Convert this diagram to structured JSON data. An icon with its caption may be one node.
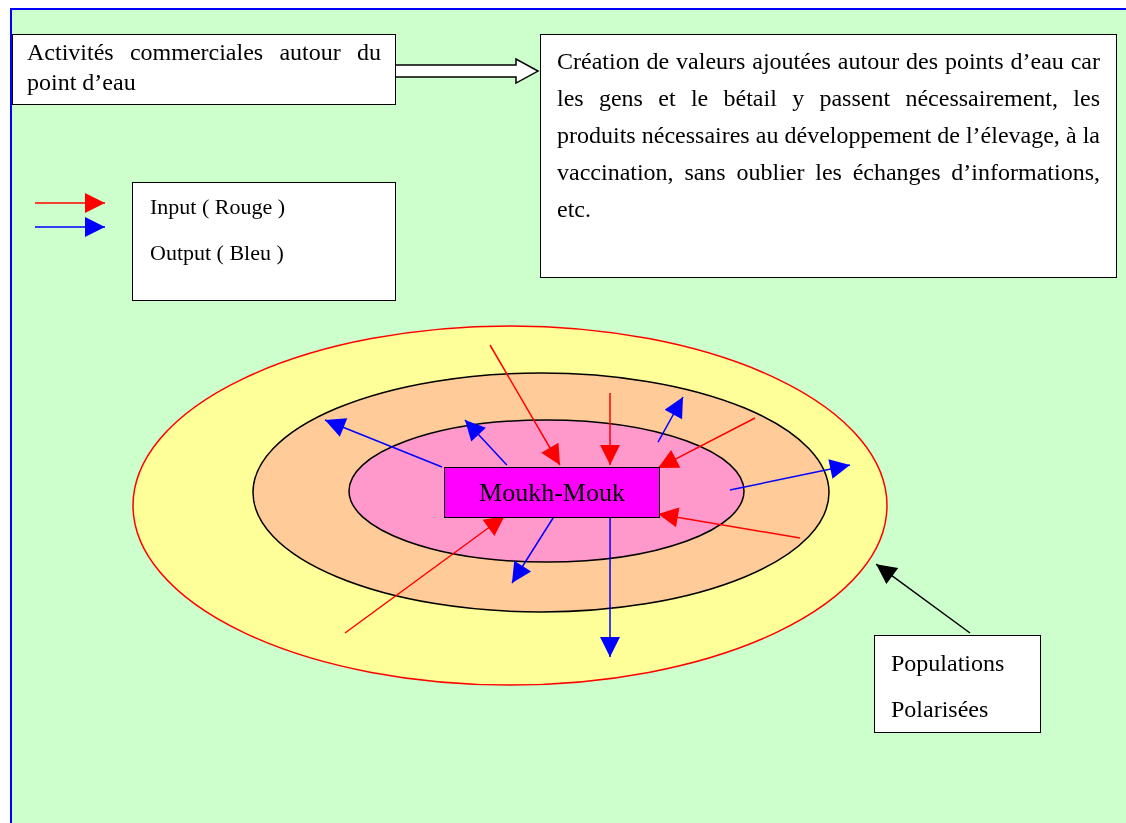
{
  "diagram": {
    "nodes": [
      {
        "text": [
          "Activités commerciales autour du point d’eau"
        ]
      },
      {
        "text": [
          "Création de valeurs ajoutées autour des points d’eau car les gens et le bétail y passent nécessairement, les produits nécessaires au développement de l’élevage, à la vaccination, sans oublier les échanges d’informations, etc."
        ]
      },
      {
        "text": [],
        "shape": "ellipse"
      },
      {
        "text": [],
        "shape": "ellipse",
        "in": 2
      },
      {
        "text": [],
        "shape": "ellipse",
        "in": 3
      },
      {
        "text": [
          "Moukh-Mouk"
        ],
        "in": 4
      },
      {
        "text": [
          "Populations Polarisées"
        ]
      }
    ],
    "edges": [
      {
        "from": 0,
        "to": 1,
        "arrow": "to",
        "color": "#000000"
      },
      {
        "from": null,
        "to": 5,
        "arrow": "to",
        "color": "#ff0000"
      },
      {
        "from": null,
        "to": 5,
        "arrow": "to",
        "color": "#ff0000"
      },
      {
        "from": null,
        "to": 5,
        "arrow": "to",
        "color": "#ff0000"
      },
      {
        "from": null,
        "to": 5,
        "arrow": "to",
        "color": "#ff0000"
      },
      {
        "from": null,
        "to": 5,
        "arrow": "to",
        "color": "#ff0000"
      },
      {
        "from": 5,
        "to": null,
        "arrow": "to",
        "color": "#0000ff"
      },
      {
        "from": 5,
        "to": null,
        "arrow": "to",
        "color": "#0000ff"
      },
      {
        "from": 5,
        "to": null,
        "arrow": "to",
        "color": "#0000ff"
      },
      {
        "from": 5,
        "to": null,
        "arrow": "to",
        "color": "#0000ff"
      },
      {
        "from": 4,
        "to": null,
        "arrow": "to",
        "color": "#0000ff"
      },
      {
        "from": 4,
        "to": null,
        "arrow": "to",
        "color": "#0000ff"
      },
      {
        "from": 6,
        "to": 2,
        "arrow": "to",
        "color": "#000000"
      }
    ],
    "legend": [
      {
        "text": "Input ( Rouge )"
      },
      {
        "text": "Output ( Bleu )"
      }
    ]
  }
}
